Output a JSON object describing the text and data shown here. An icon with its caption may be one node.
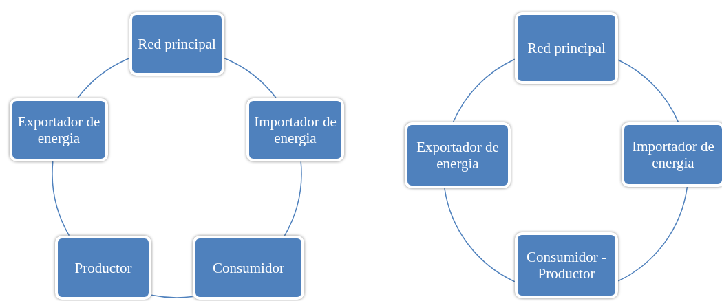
{
  "diagram": {
    "nodes": [
      {
        "text": [
          "Red principal"
        ]
      },
      {
        "text": [
          "Importador de energia"
        ]
      },
      {
        "text": [
          "Consumidor"
        ]
      },
      {
        "text": [
          "Productor"
        ]
      },
      {
        "text": [
          "Exportador de energia"
        ]
      },
      {
        "text": [
          "Red principal"
        ]
      },
      {
        "text": [
          "Importador de energia"
        ]
      },
      {
        "text": [
          "Consumidor -Productor"
        ]
      },
      {
        "text": [
          "Exportador de energia"
        ]
      }
    ],
    "edges": [
      {
        "from": 0,
        "to": 1,
        "arrow": "none"
      },
      {
        "from": 1,
        "to": 2,
        "arrow": "none"
      },
      {
        "from": 2,
        "to": 3,
        "arrow": "none"
      },
      {
        "from": 3,
        "to": 4,
        "arrow": "none"
      },
      {
        "from": 4,
        "to": 0,
        "arrow": "none"
      },
      {
        "from": 5,
        "to": 6,
        "arrow": "none"
      },
      {
        "from": 6,
        "to": 7,
        "arrow": "none"
      },
      {
        "from": 7,
        "to": 8,
        "arrow": "none"
      },
      {
        "from": 8,
        "to": 5,
        "arrow": "none"
      }
    ]
  }
}
